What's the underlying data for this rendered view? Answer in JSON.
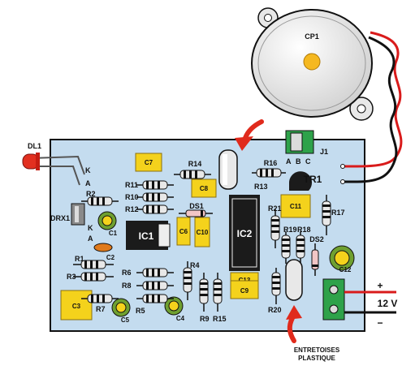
{
  "labels": {
    "cp1": "CP1",
    "dl1": "DL1",
    "k1": "K",
    "a1": "A",
    "j1": "J1",
    "abc_a": "A",
    "abc_b": "B",
    "abc_c": "C",
    "tr1": "TR1",
    "drx1": "DRX1",
    "k2": "K",
    "a2": "A",
    "c7": "C7",
    "r14": "R14",
    "r16": "R16",
    "r11": "R11",
    "r10": "R10",
    "r12": "R12",
    "c8": "C8",
    "r13": "R13",
    "r2": "R2",
    "c1": "C1",
    "ds1": "DS1",
    "c11": "C11",
    "r21": "R21",
    "r17": "R17",
    "ic1": "IC1",
    "c6": "C6",
    "c10": "C10",
    "ic2": "IC2",
    "r19": "R19",
    "r18": "R18",
    "ds2": "DS2",
    "c2": "C2",
    "r1": "R1",
    "r4": "R4",
    "c12": "C12",
    "r3": "R3",
    "r6": "R6",
    "r8": "R8",
    "c13": "C13",
    "c9": "C9",
    "c3": "C3",
    "r7": "R7",
    "r5": "R5",
    "c5": "C5",
    "c4": "C4",
    "r9": "R9",
    "r15": "R15",
    "r20": "R20",
    "plus": "+",
    "minus": "−",
    "voltage": "12 V",
    "spacers_line1": "ENTRETOISES",
    "spacers_line2": "PLASTIQUE"
  },
  "colors": {
    "board": "#c4dcef",
    "board_edge": "#111111",
    "capacitor": "#f4d21c",
    "resistor_band": "#111111",
    "electrolytic": "#6fa030",
    "arrow": "#e02a1c",
    "buzzer": "#f4f4f4",
    "buzzer_center": "#f5b820",
    "wire_red": "#d91b1b",
    "wire_black": "#111111",
    "led": "#e23020",
    "terminal": "#2ea24a",
    "ic_body": "#1b1b1b"
  }
}
